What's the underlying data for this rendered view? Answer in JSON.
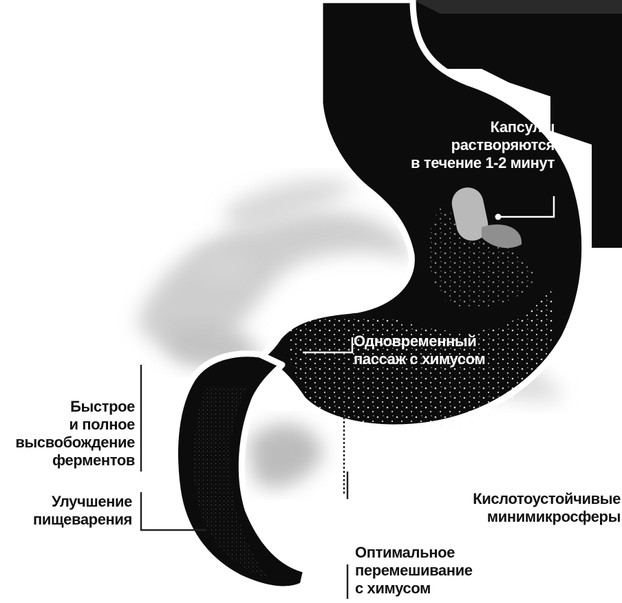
{
  "labels": {
    "capsules": [
      "Капсулы",
      "растворяются",
      "в течение 1-2 минут"
    ],
    "passage": [
      "Одновременный",
      "пассаж с химусом"
    ],
    "release": [
      "Быстрое",
      "и полное",
      "высвобождение",
      "ферментов"
    ],
    "digestion": [
      "Улучшение",
      "пищеварения"
    ],
    "microspheres": [
      "Кислотоустойчивые",
      "минимикросферы"
    ],
    "mixing": [
      "Оптимальное",
      "перемешивание",
      "с химусом"
    ]
  },
  "colors": {
    "organ": "#0c0c0c",
    "background": "#ffffff",
    "outline": "#ffffff",
    "shadow": "#bdbdbd",
    "leader": "#222222"
  }
}
